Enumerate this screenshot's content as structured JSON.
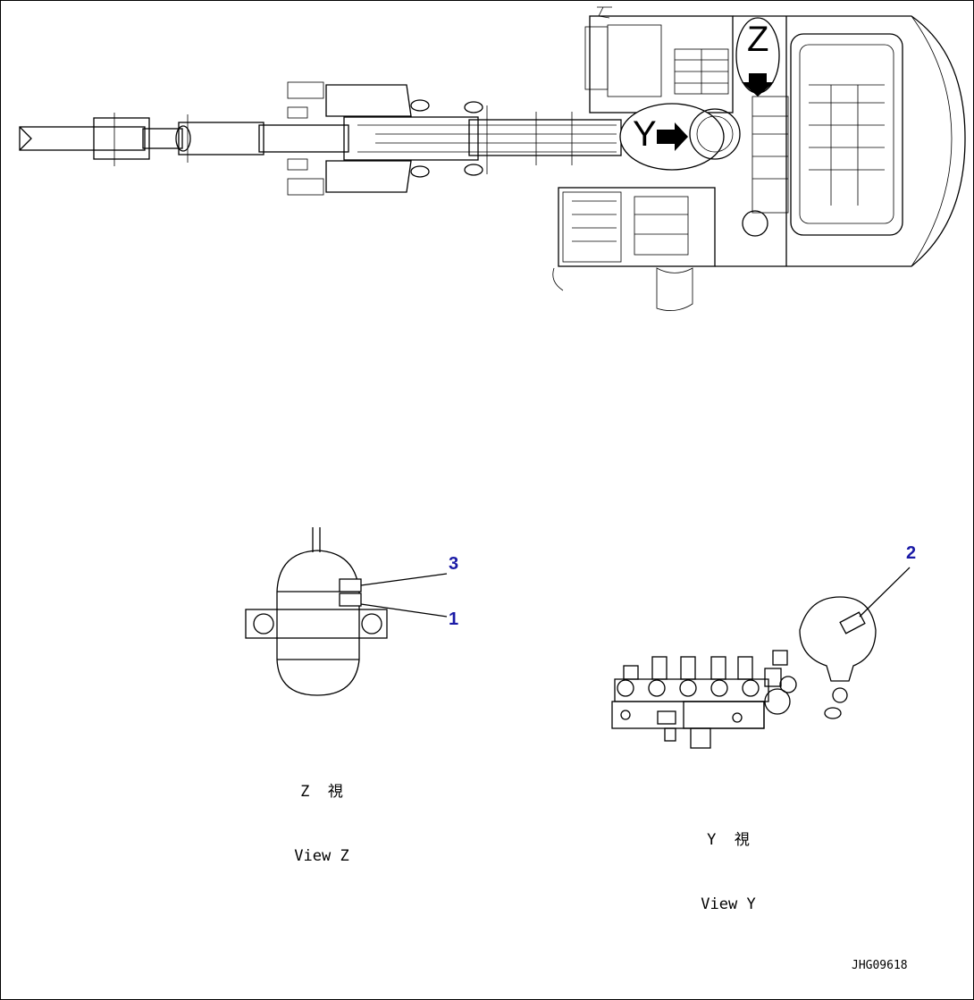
{
  "views": {
    "z": {
      "letter": "Z",
      "jp_label": "Z  視",
      "en_label": "View Z"
    },
    "y": {
      "letter": "Y",
      "jp_label": "Y  視",
      "en_label": "View Y"
    }
  },
  "callouts": [
    {
      "id": "1",
      "label": "1"
    },
    {
      "id": "2",
      "label": "2"
    },
    {
      "id": "3",
      "label": "3"
    }
  ],
  "drawing_id": "JHG09618",
  "colors": {
    "callout": "#1a1aa6",
    "line": "#000000",
    "background": "#ffffff"
  }
}
